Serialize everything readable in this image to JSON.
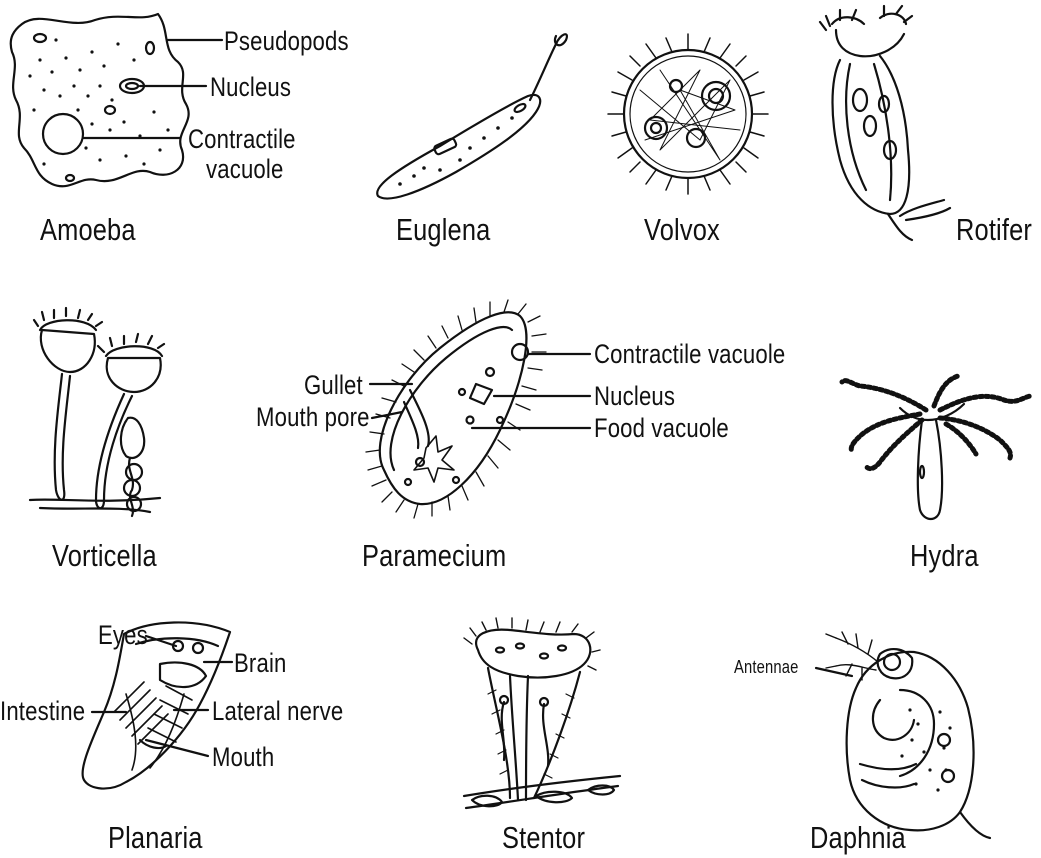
{
  "organisms": {
    "amoeba": {
      "name": "Amoeba",
      "parts": {
        "pseudopods": "Pseudopods",
        "nucleus": "Nucleus",
        "contractile_vacuole_1": "Contractile",
        "contractile_vacuole_2": "vacuole"
      }
    },
    "euglena": {
      "name": "Euglena"
    },
    "volvox": {
      "name": "Volvox"
    },
    "rotifer": {
      "name": "Rotifer"
    },
    "vorticella": {
      "name": "Vorticella"
    },
    "paramecium": {
      "name": "Paramecium",
      "parts": {
        "contractile_vacuole": "Contractile vacuole",
        "gullet": "Gullet",
        "nucleus": "Nucleus",
        "mouth_pore": "Mouth pore",
        "food_vacuole": "Food vacuole"
      }
    },
    "hydra": {
      "name": "Hydra"
    },
    "planaria": {
      "name": "Planaria",
      "parts": {
        "eyes": "Eyes",
        "brain": "Brain",
        "intestine": "Intestine",
        "lateral_nerve": "Lateral nerve",
        "mouth": "Mouth"
      }
    },
    "stentor": {
      "name": "Stentor"
    },
    "daphnia": {
      "name": "Daphnia",
      "parts": {
        "antennae": "Antennae"
      }
    }
  }
}
